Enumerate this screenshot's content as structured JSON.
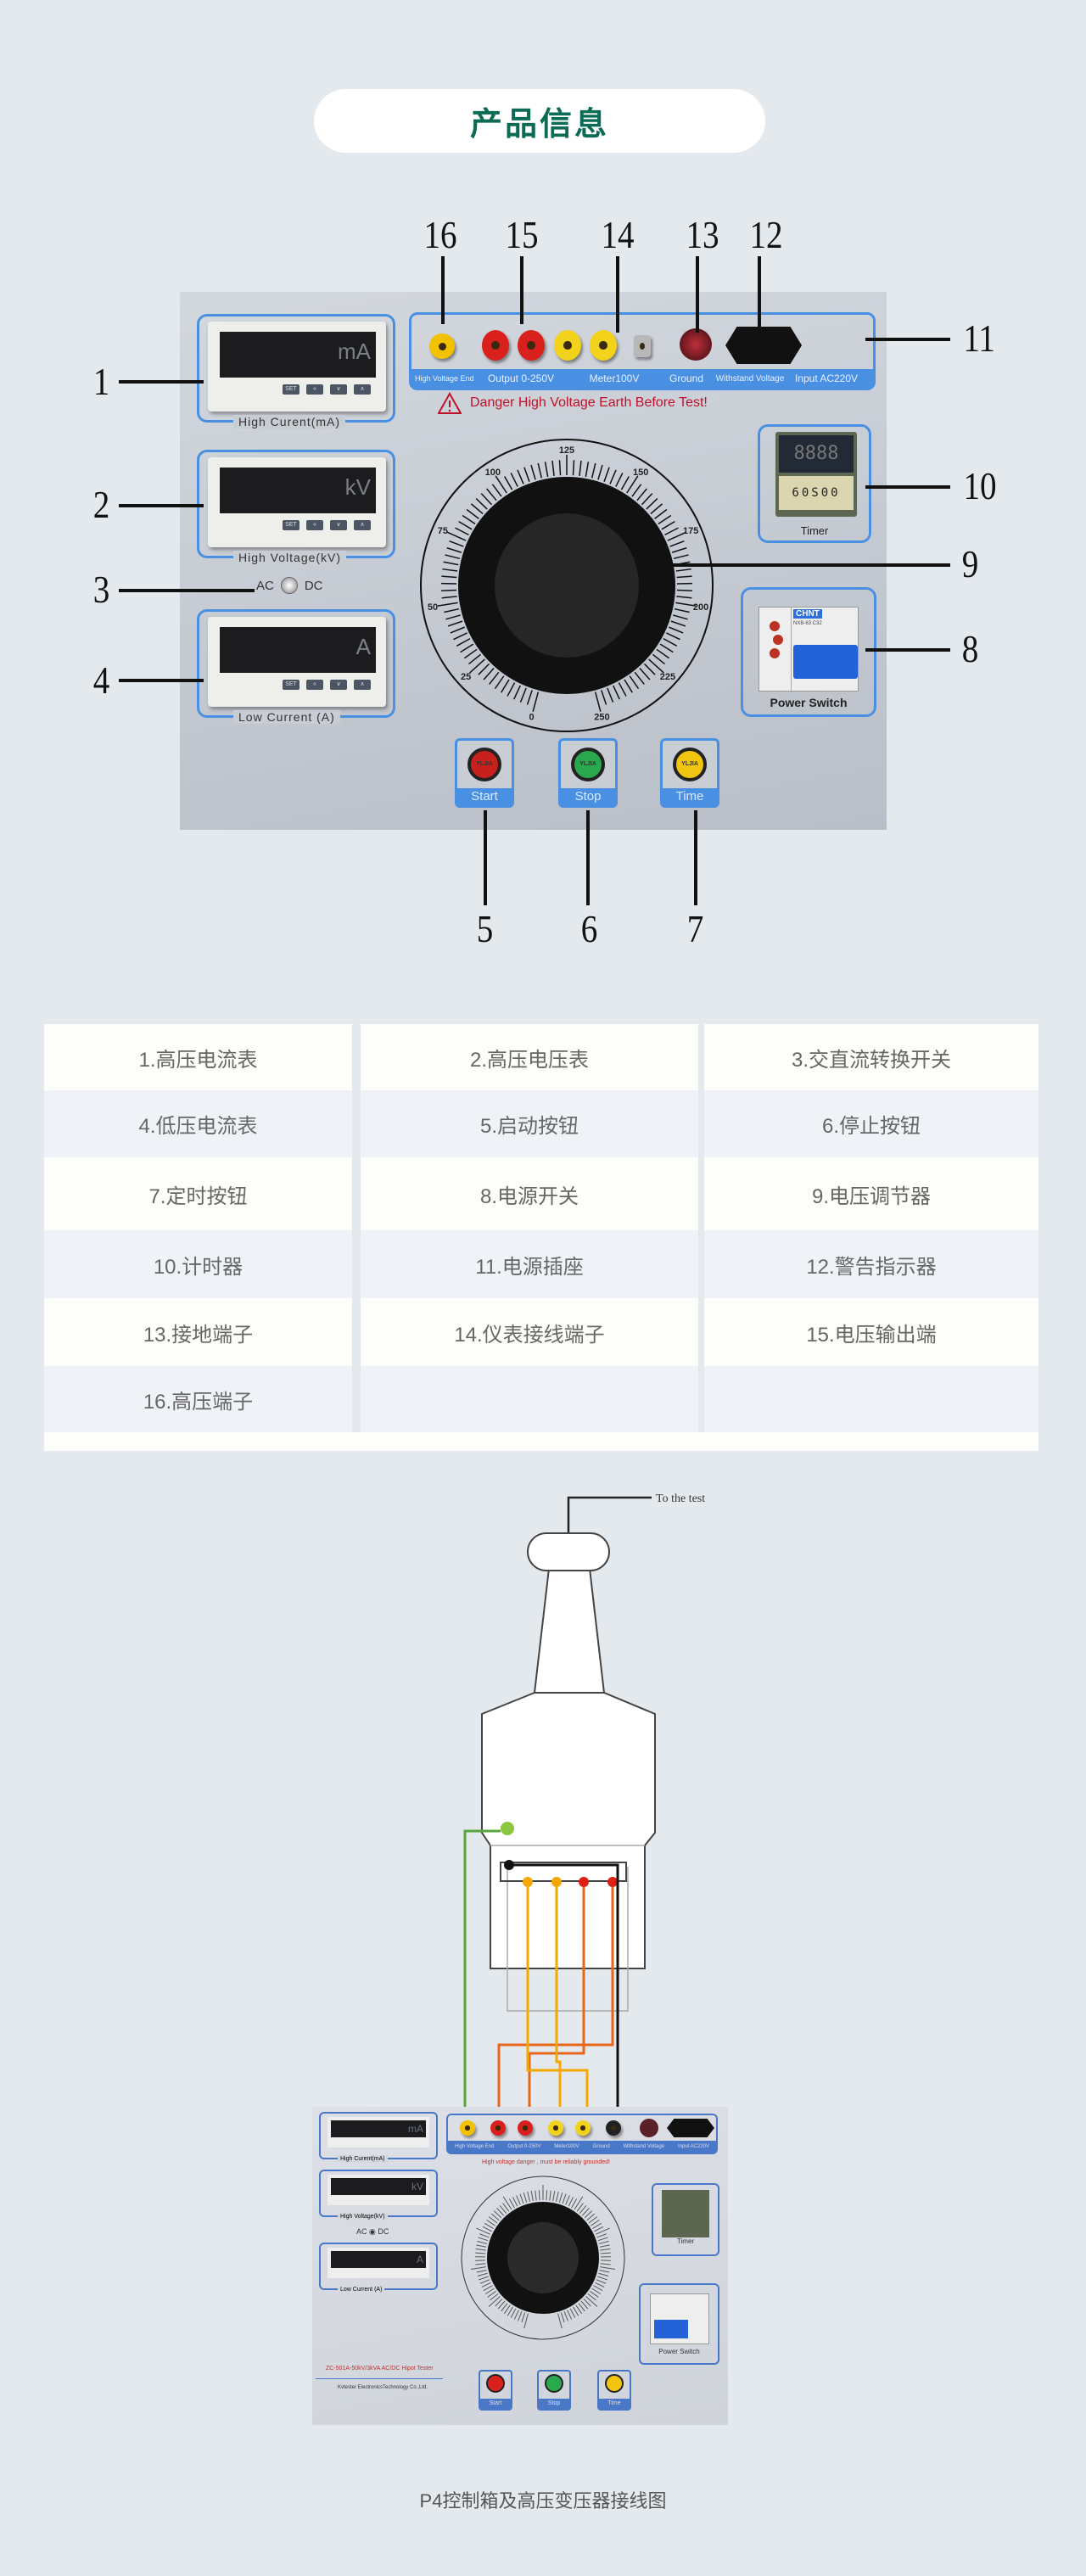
{
  "header": {
    "title": "产品信息"
  },
  "panel": {
    "callouts": [
      "1",
      "2",
      "3",
      "4",
      "5",
      "6",
      "7",
      "8",
      "9",
      "10",
      "11",
      "12",
      "13",
      "14",
      "15",
      "16"
    ],
    "meters": [
      {
        "unit": "mA",
        "label": "High  Curent(mA)"
      },
      {
        "unit": "kV",
        "label": "High  Voltage(kV)"
      },
      {
        "unit": "A",
        "label": "Low Current  (A)"
      }
    ],
    "meter_keys": [
      "SET",
      "«",
      "∨",
      "∧"
    ],
    "switch": {
      "left": "AC",
      "right": "DC"
    },
    "terminals": {
      "hv": "High Voltage End",
      "output": "Output 0-250V",
      "meter": "Meter100V",
      "ground": "Ground",
      "withstand": "Withstand  Voltage",
      "input": "Input AC220V"
    },
    "warning": "Danger  High Voltage  Earth  Before  Test!",
    "dial_labels": [
      "0",
      "25",
      "50",
      "75",
      "100",
      "125",
      "150",
      "175",
      "200",
      "225",
      "250"
    ],
    "timer": {
      "display": "8888",
      "dials": "60S00",
      "label": "Timer"
    },
    "power": {
      "brand": "CHNT",
      "model": "NXB-63 C32",
      "label": "Power Switch"
    },
    "buttons": [
      {
        "label": "Start",
        "lamp": "YLJIA",
        "color": "#c8201c"
      },
      {
        "label": "Stop",
        "lamp": "YLJIA",
        "color": "#2aa84e"
      },
      {
        "label": "Time",
        "lamp": "YLJIA",
        "color": "#f1c40f"
      }
    ]
  },
  "table": {
    "cells": [
      "1.高压电流表",
      "2.高压电压表",
      "3.交直流转换开关",
      "4.低压电流表",
      "5.启动按钮",
      "6.停止按钮",
      "7.定时按钮",
      "8.电源开关",
      "9.电压调节器",
      "10.计时器",
      "11.电源插座",
      "12.警告指示器",
      "13.接地端子",
      "14.仪表接线端子",
      "15.电压输出端",
      "16.高压端子",
      "",
      ""
    ]
  },
  "diagram": {
    "to_test": "To the test",
    "mini_panel": {
      "terminals": [
        "High Voltage End",
        "Output 0-250V",
        "Meter100V",
        "Ground",
        "Withstand Voltage",
        "Input AC220V"
      ],
      "warning": "High voltage danger , must be reliably grounded!",
      "meters": [
        "mA",
        "kV",
        "A"
      ],
      "meter_labels": [
        "High  Curent(mA)",
        "High  Voltage(kV)",
        "Low Current  (A)"
      ],
      "switch": [
        "AC",
        "DC"
      ],
      "timer": "Timer",
      "power": "Power Switch",
      "buttons": [
        "Start",
        "Stop",
        "Time"
      ],
      "model": "ZC-501A-50kV/3kVA AC/DC Hipot Tester",
      "company": "Kvtester ElectronicsTechnology Co.,Ltd."
    },
    "wire_colors": {
      "hv": "#5aa63a",
      "output": "#e8661c",
      "meter": "#f5a800",
      "ground": "#111111"
    },
    "caption": "P4控制箱及高压变压器接线图"
  }
}
